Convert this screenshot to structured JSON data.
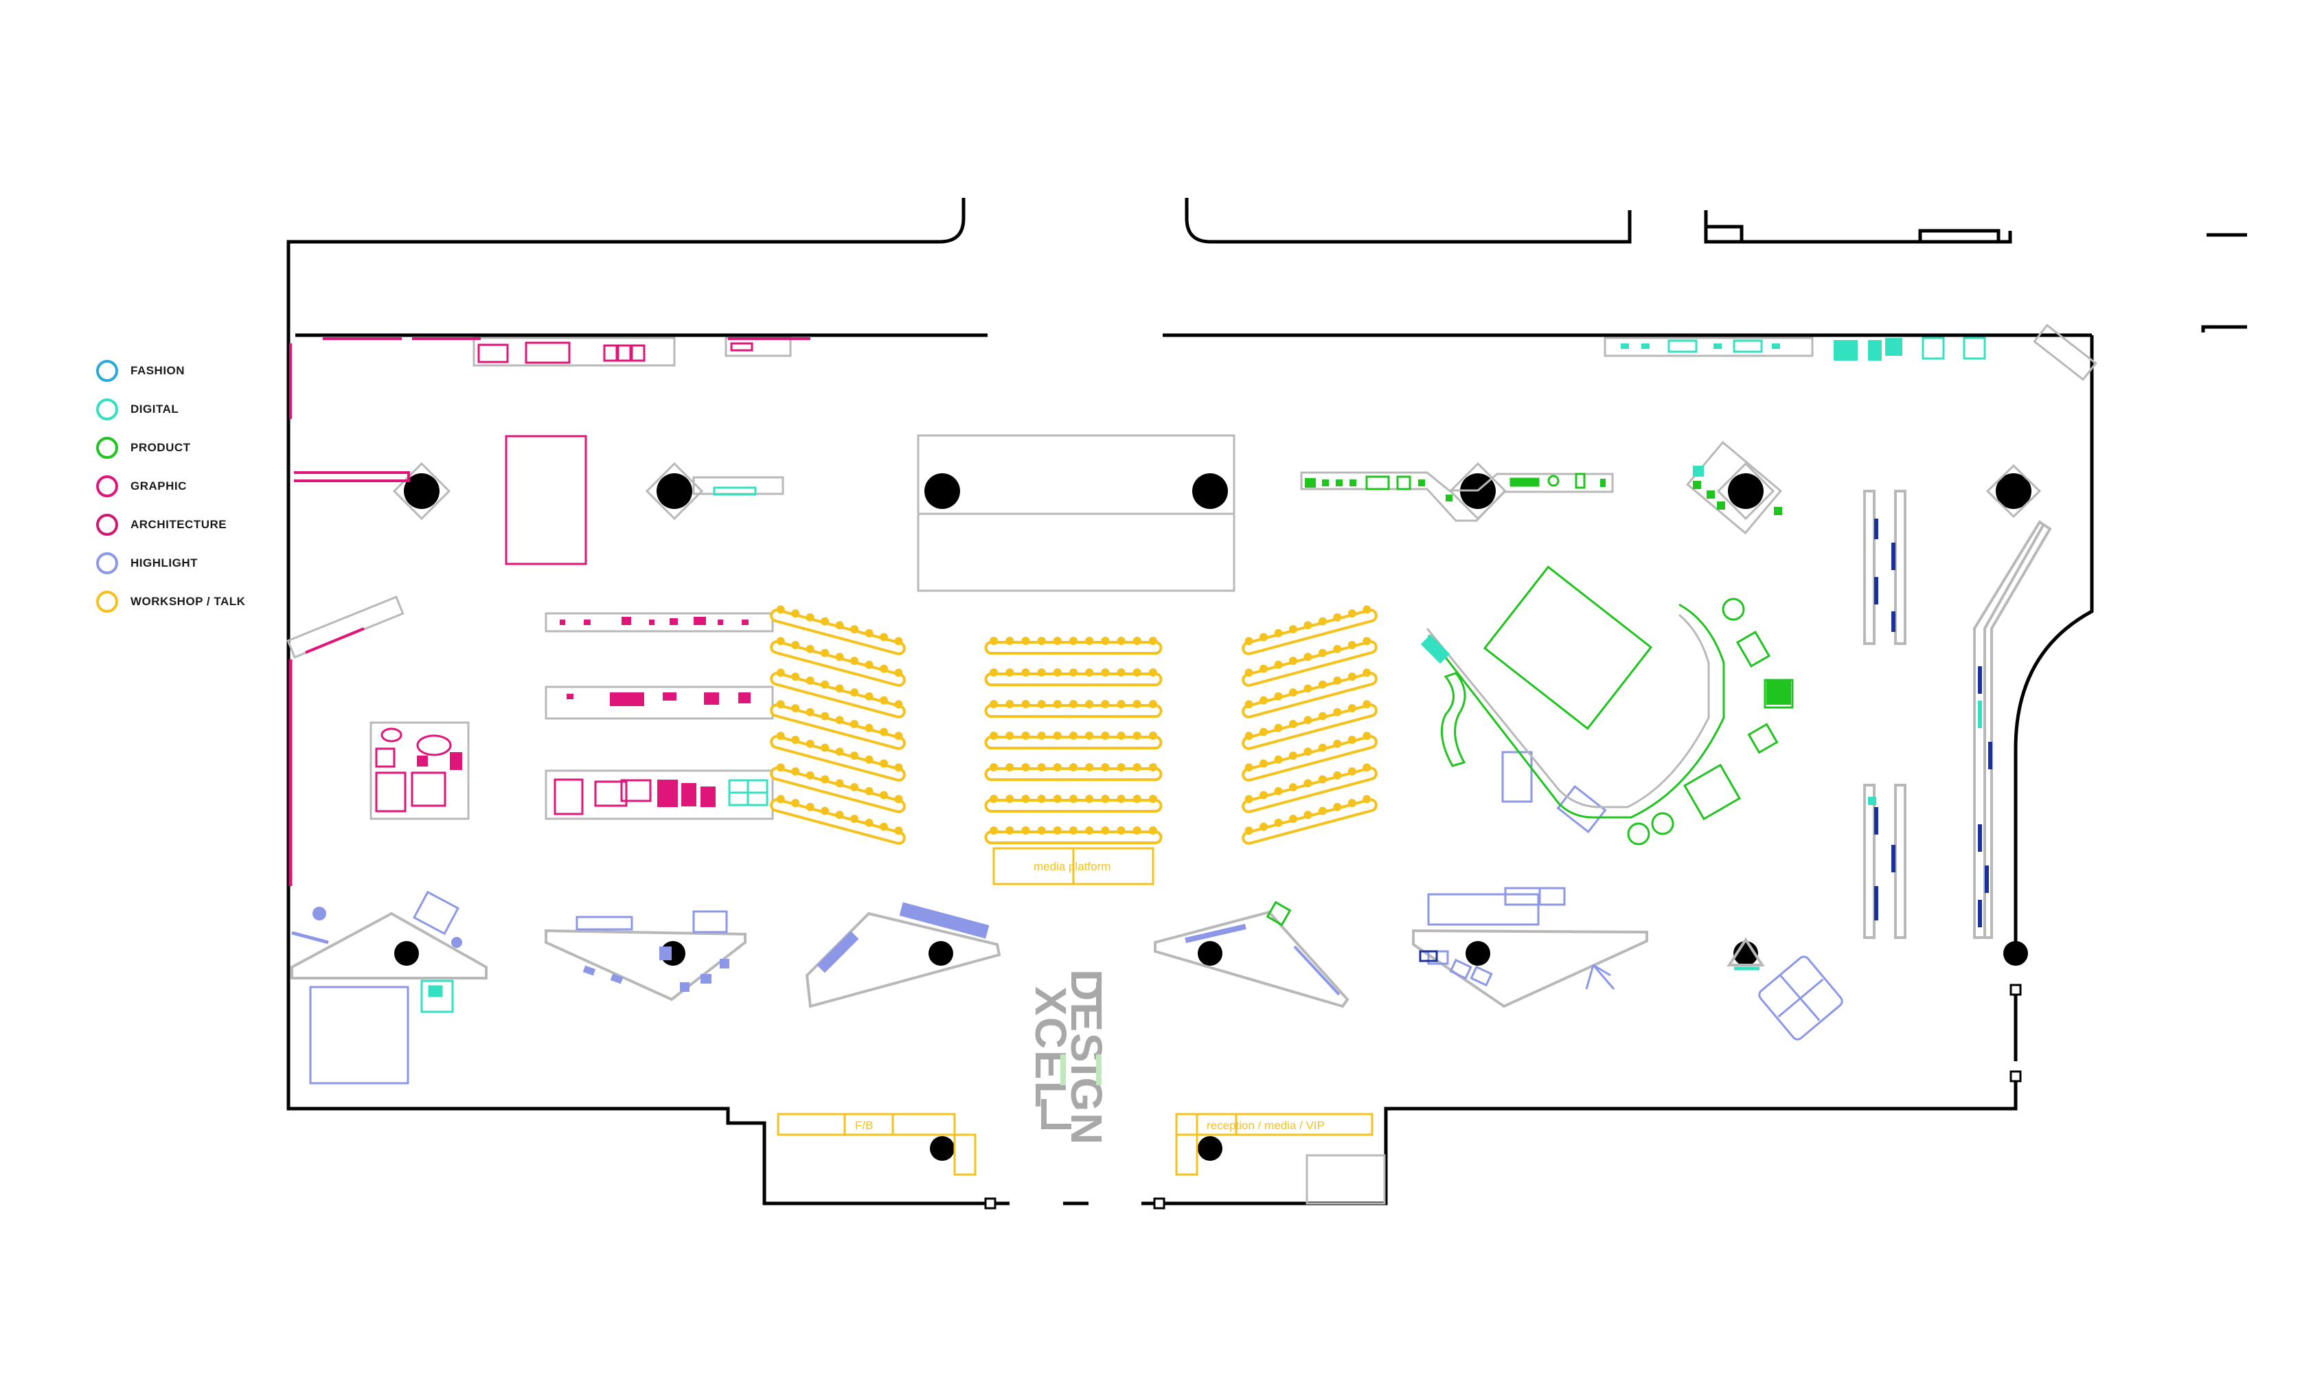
{
  "legend": {
    "items": [
      {
        "label": "FASHION",
        "color": "#27a9d9"
      },
      {
        "label": "DIGITAL",
        "color": "#33e0c0"
      },
      {
        "label": "PRODUCT",
        "color": "#1fc41f"
      },
      {
        "label": "GRAPHIC",
        "color": "#e0157a"
      },
      {
        "label": "ARCHITECTURE",
        "color": "#cf1870"
      },
      {
        "label": "HIGHLIGHT",
        "color": "#8c97e8"
      },
      {
        "label": "WORKSHOP / TALK",
        "color": "#f5c11b"
      }
    ]
  },
  "zones": {
    "media_platform": "media platform",
    "fb": "F/B",
    "reception": "reception / media / VIP"
  },
  "logo": {
    "line1": "DESIGN",
    "line2": "XCEL"
  },
  "colors": {
    "wall": "#000000",
    "furniture": "#b8b8b8",
    "workshop": "#f5c11b",
    "product": "#1fc41f",
    "graphic": "#e0157a",
    "digital": "#33e0c0",
    "highlight": "#8c97e8",
    "highlight_dark": "#1a2fa0"
  }
}
